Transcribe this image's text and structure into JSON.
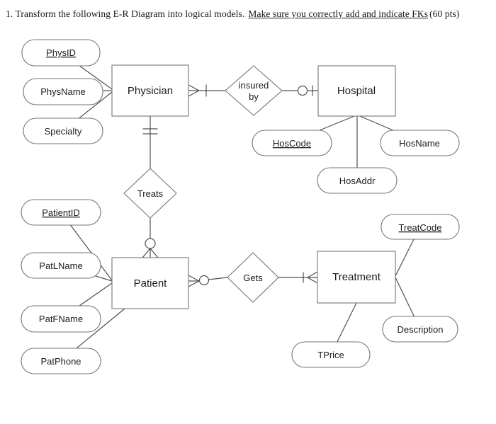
{
  "title": {
    "prefix": "1. Transform the following E-R Diagram into logical models.",
    "underlined": "Make sure you correctly add and indicate FKs",
    "suffix": "(60 pts)"
  },
  "entities": {
    "physician": {
      "label": "Physician"
    },
    "hospital": {
      "label": "Hospital"
    },
    "patient": {
      "label": "Patient"
    },
    "treatment": {
      "label": "Treatment"
    }
  },
  "relationships": {
    "insured_by": {
      "label_line1": "insured",
      "label_line2": "by"
    },
    "treats": {
      "label": "Treats"
    },
    "gets": {
      "label": "Gets"
    }
  },
  "attributes": {
    "physid": {
      "label": "PhysID",
      "is_key": true
    },
    "physname": {
      "label": "PhysName",
      "is_key": false
    },
    "specialty": {
      "label": "Specialty",
      "is_key": false
    },
    "hoscode": {
      "label": "HosCode",
      "is_key": true
    },
    "hosname": {
      "label": "HosName",
      "is_key": false
    },
    "hosaddr": {
      "label": "HosAddr",
      "is_key": false
    },
    "patientid": {
      "label": "PatientID",
      "is_key": true
    },
    "patlname": {
      "label": "PatLName",
      "is_key": false
    },
    "patfname": {
      "label": "PatFName",
      "is_key": false
    },
    "patphone": {
      "label": "PatPhone",
      "is_key": false
    },
    "treatcode": {
      "label": "TreatCode",
      "is_key": true
    },
    "description": {
      "label": "Description",
      "is_key": false
    },
    "tprice": {
      "label": "TPrice",
      "is_key": false
    }
  },
  "cardinality_notation": {
    "physician_at_insured_by": "crows-foot + tick",
    "hospital_at_insured_by": "circle + tick",
    "physician_at_treats": "double tick",
    "patient_at_treats": "circle + crows-foot",
    "patient_at_gets": "crows-foot + circle",
    "treatment_at_gets": "tick + crows-foot"
  },
  "colors": {
    "background": "#ffffff",
    "line": "#4f4f4f",
    "shape_border": "#767676",
    "text": "#1c1c1c"
  }
}
